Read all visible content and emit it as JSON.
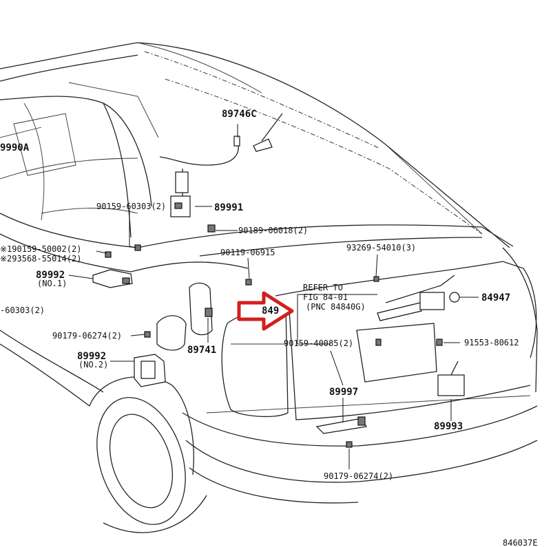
{
  "colors": {
    "arrow": "#d21f1f",
    "line": "#222222",
    "background": "#ffffff"
  },
  "labels": {
    "p89746c": "89746C",
    "p89990a": "9990A",
    "p89991": "89991",
    "p90159_60303_top": "90159-60303(2)",
    "p90189_06018": "90189-06018(2)",
    "p90159_50002": "※190159-50002(2)",
    "p93568_55014": "※293568-55014(2)",
    "p89992_1": "89992",
    "p89992_1_sub": "(NO.1)",
    "p60303_left": "-60303(2)",
    "p90119_06915": "90119-06915",
    "p93269_54010": "93269-54010(3)",
    "refer_line1": "REFER TO",
    "refer_line2": "FIG 84-01",
    "refer_line3": "(PNC 84840G)",
    "p84947": "84947",
    "p849_partial": "849",
    "p90179_06274_left": "90179-06274(2)",
    "p89741": "89741",
    "p90159_40085": "90159-40085(2)",
    "p91553_80612": "91553-80612",
    "p89992_2": "89992",
    "p89992_2_sub": "(NO.2)",
    "p89997": "89997",
    "p89993": "89993",
    "p90179_06274_bottom": "90179-06274(2)",
    "figure_code": "846037E"
  }
}
